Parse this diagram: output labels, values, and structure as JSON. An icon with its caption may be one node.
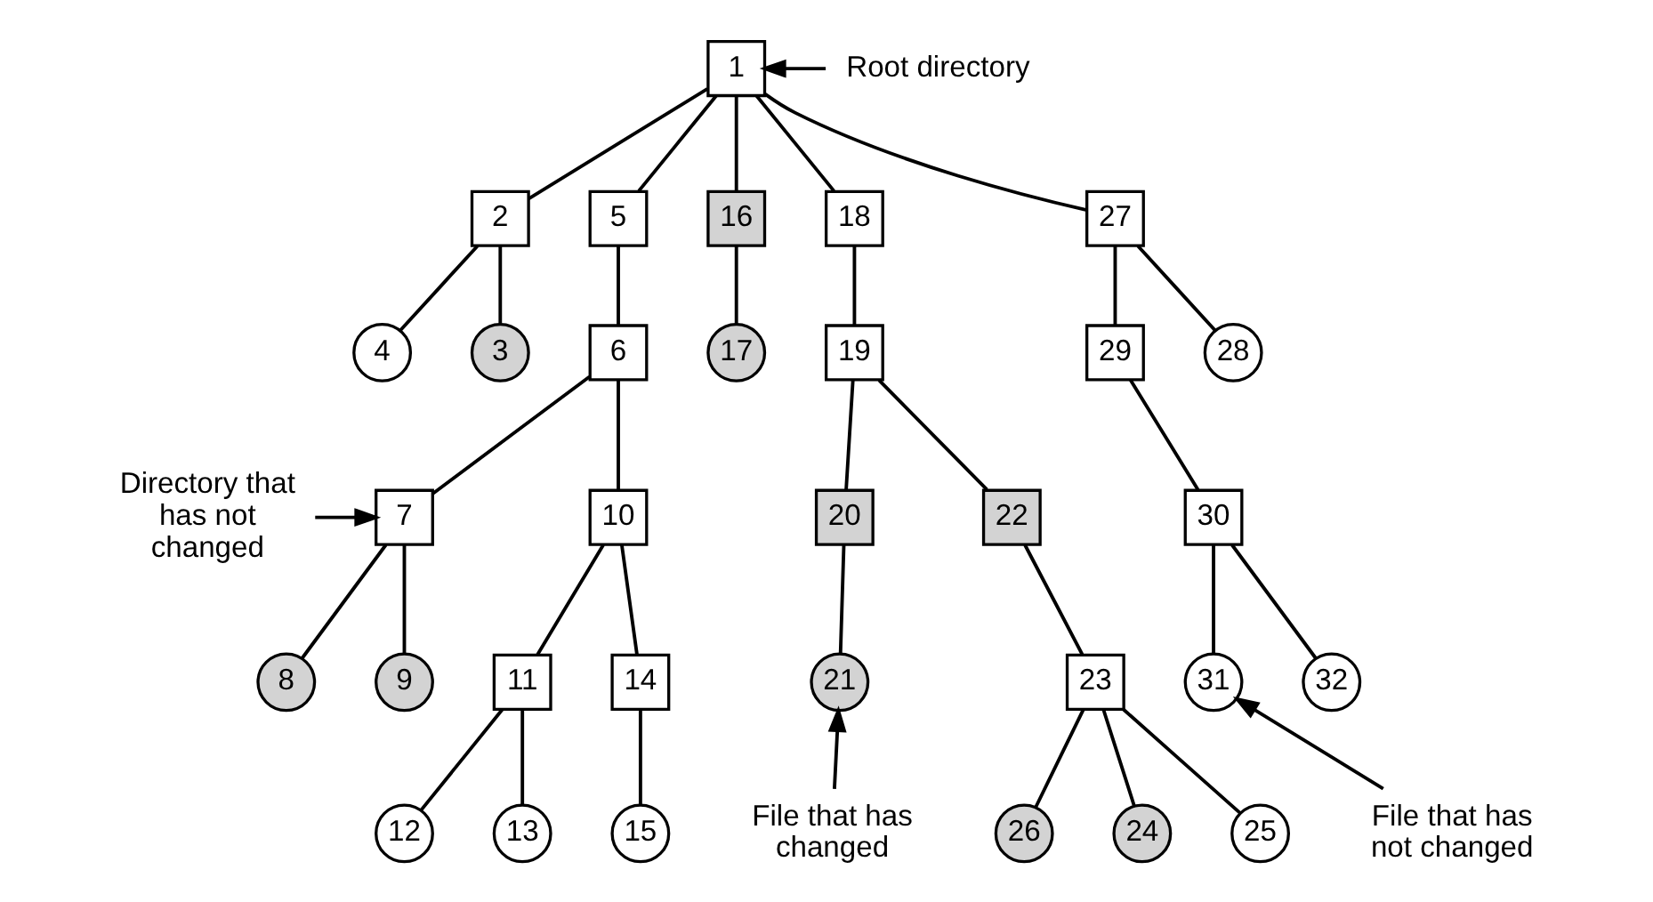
{
  "diagram": {
    "nodes": [
      {
        "text": [
          "1"
        ]
      },
      {
        "text": [
          "2"
        ]
      },
      {
        "text": [
          "3"
        ]
      },
      {
        "text": [
          "4"
        ]
      },
      {
        "text": [
          "5"
        ]
      },
      {
        "text": [
          "6"
        ]
      },
      {
        "text": [
          "7"
        ]
      },
      {
        "text": [
          "8"
        ]
      },
      {
        "text": [
          "9"
        ]
      },
      {
        "text": [
          "10"
        ]
      },
      {
        "text": [
          "11"
        ]
      },
      {
        "text": [
          "12"
        ]
      },
      {
        "text": [
          "13"
        ]
      },
      {
        "text": [
          "14"
        ]
      },
      {
        "text": [
          "15"
        ]
      },
      {
        "text": [
          "16"
        ]
      },
      {
        "text": [
          "17"
        ]
      },
      {
        "text": [
          "18"
        ]
      },
      {
        "text": [
          "19"
        ]
      },
      {
        "text": [
          "20"
        ]
      },
      {
        "text": [
          "21"
        ]
      },
      {
        "text": [
          "22"
        ]
      },
      {
        "text": [
          "23"
        ]
      },
      {
        "text": [
          "24"
        ]
      },
      {
        "text": [
          "25"
        ]
      },
      {
        "text": [
          "26"
        ]
      },
      {
        "text": [
          "27"
        ]
      },
      {
        "text": [
          "28"
        ]
      },
      {
        "text": [
          "29"
        ]
      },
      {
        "text": [
          "30"
        ]
      },
      {
        "text": [
          "31"
        ]
      },
      {
        "text": [
          "32"
        ]
      },
      {
        "text": [
          "Root directory"
        ]
      },
      {
        "text": [
          "Directory that has not changed"
        ]
      },
      {
        "text": [
          "File that has changed"
        ]
      },
      {
        "text": [
          "File that has not changed"
        ]
      }
    ],
    "edges": [
      {
        "from": 0,
        "to": 1,
        "arrow": "none"
      },
      {
        "from": 0,
        "to": 4,
        "arrow": "none"
      },
      {
        "from": 0,
        "to": 15,
        "arrow": "none"
      },
      {
        "from": 0,
        "to": 17,
        "arrow": "none"
      },
      {
        "from": 0,
        "to": 26,
        "arrow": "none"
      },
      {
        "from": 1,
        "to": 2,
        "arrow": "none"
      },
      {
        "from": 1,
        "to": 3,
        "arrow": "none"
      },
      {
        "from": 4,
        "to": 5,
        "arrow": "none"
      },
      {
        "from": 5,
        "to": 6,
        "arrow": "none"
      },
      {
        "from": 5,
        "to": 9,
        "arrow": "none"
      },
      {
        "from": 6,
        "to": 7,
        "arrow": "none"
      },
      {
        "from": 6,
        "to": 8,
        "arrow": "none"
      },
      {
        "from": 9,
        "to": 10,
        "arrow": "none"
      },
      {
        "from": 9,
        "to": 13,
        "arrow": "none"
      },
      {
        "from": 10,
        "to": 11,
        "arrow": "none"
      },
      {
        "from": 10,
        "to": 12,
        "arrow": "none"
      },
      {
        "from": 13,
        "to": 14,
        "arrow": "none"
      },
      {
        "from": 15,
        "to": 16,
        "arrow": "none"
      },
      {
        "from": 17,
        "to": 18,
        "arrow": "none"
      },
      {
        "from": 18,
        "to": 19,
        "arrow": "none"
      },
      {
        "from": 18,
        "to": 21,
        "arrow": "none"
      },
      {
        "from": 19,
        "to": 20,
        "arrow": "none"
      },
      {
        "from": 21,
        "to": 22,
        "arrow": "none"
      },
      {
        "from": 22,
        "to": 23,
        "arrow": "none"
      },
      {
        "from": 22,
        "to": 24,
        "arrow": "none"
      },
      {
        "from": 22,
        "to": 25,
        "arrow": "none"
      },
      {
        "from": 26,
        "to": 27,
        "arrow": "none"
      },
      {
        "from": 26,
        "to": 28,
        "arrow": "none"
      },
      {
        "from": 28,
        "to": 29,
        "arrow": "none"
      },
      {
        "from": 29,
        "to": 30,
        "arrow": "none"
      },
      {
        "from": 29,
        "to": 31,
        "arrow": "none"
      },
      {
        "from": 32,
        "to": 0,
        "arrow": "to"
      },
      {
        "from": 33,
        "to": 6,
        "arrow": "to"
      },
      {
        "from": 34,
        "to": 20,
        "arrow": "to"
      },
      {
        "from": 35,
        "to": 30,
        "arrow": "to"
      }
    ]
  }
}
